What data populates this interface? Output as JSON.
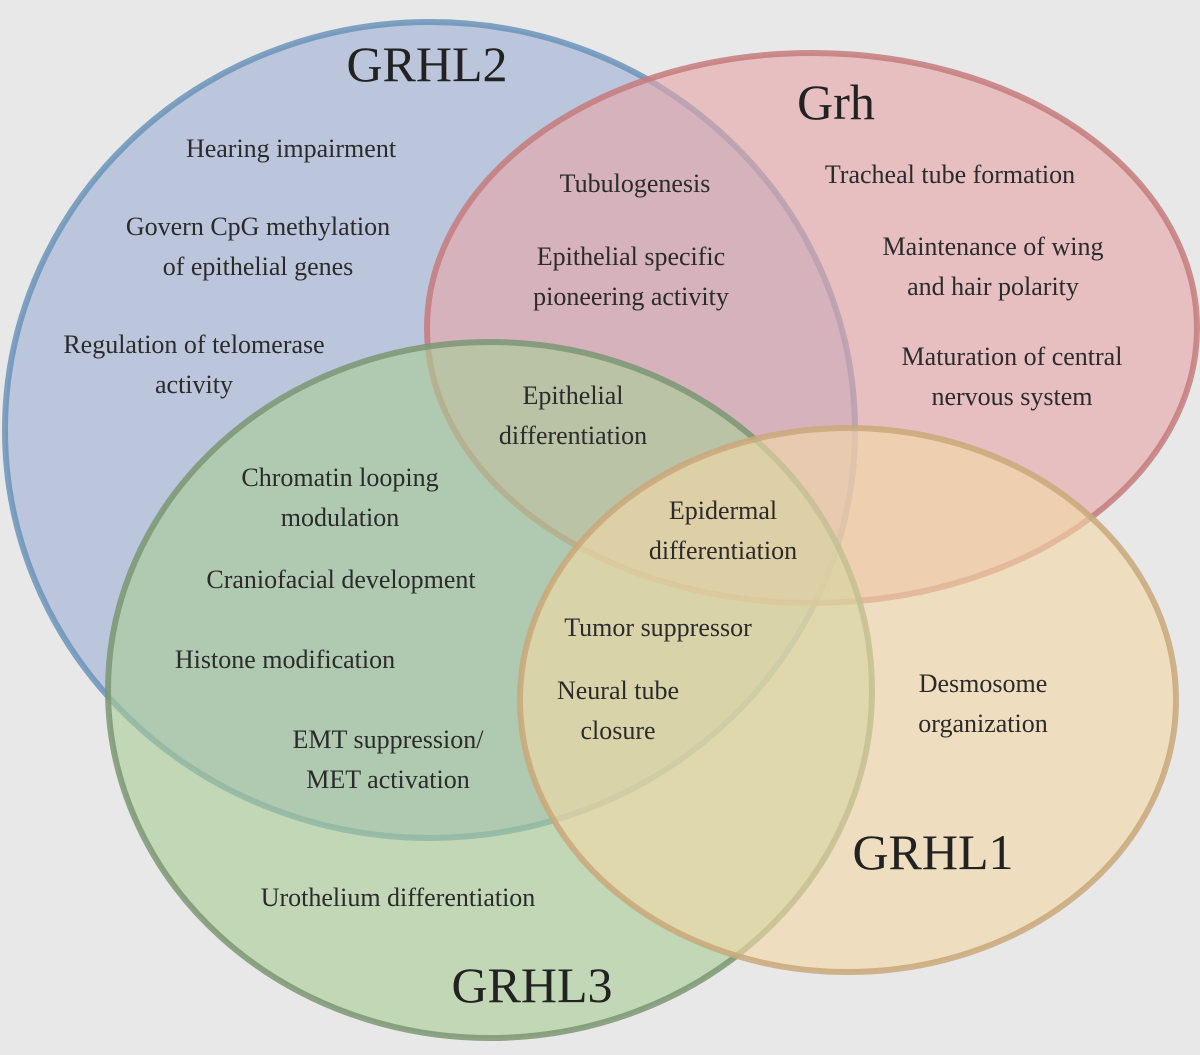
{
  "sets": [
    {
      "key": "grhl2",
      "name": "GRHL2",
      "fill": "#9fb1d6",
      "stroke": "#6b93ba",
      "items": [
        [
          "Hearing impairment"
        ],
        [
          "Govern CpG methylation",
          "of epithelial genes"
        ],
        [
          "Regulation of telomerase",
          "activity"
        ]
      ]
    },
    {
      "key": "grh",
      "name": "Grh",
      "fill": "#e7a7a9",
      "stroke": "#c47b7d",
      "items": [
        [
          "Tracheal tube formation"
        ],
        [
          "Maintenance of wing",
          "and hair polarity"
        ],
        [
          "Maturation of central",
          "nervous system"
        ]
      ]
    },
    {
      "key": "grhl3",
      "name": "GRHL3",
      "fill": "#a9cd96",
      "stroke": "#7b9673",
      "items": [
        [
          "Urothelium differentiation"
        ]
      ]
    },
    {
      "key": "grhl1",
      "name": "GRHL1",
      "fill": "#f2d9a6",
      "stroke": "#c9a87a",
      "items": [
        [
          "Desmosome",
          "organization"
        ]
      ]
    }
  ],
  "intersections": {
    "grhl2_grh": [
      [
        "Tubulogenesis"
      ],
      [
        "Epithelial specific",
        "pioneering activity"
      ]
    ],
    "grhl2_grh_grhl3": [
      [
        "Epithelial",
        "differentiation"
      ]
    ],
    "grhl2_grh_grhl3_grhl1": [
      [
        "Epidermal",
        "differentiation"
      ]
    ],
    "grhl2_grhl3": [
      [
        "Chromatin looping",
        "modulation"
      ],
      [
        "Craniofacial development"
      ],
      [
        "Histone modification"
      ],
      [
        "EMT suppression/",
        "MET activation"
      ]
    ],
    "grhl2_grhl3_grhl1": [
      [
        "Tumor suppressor"
      ],
      [
        "Neural tube",
        "closure"
      ]
    ]
  }
}
